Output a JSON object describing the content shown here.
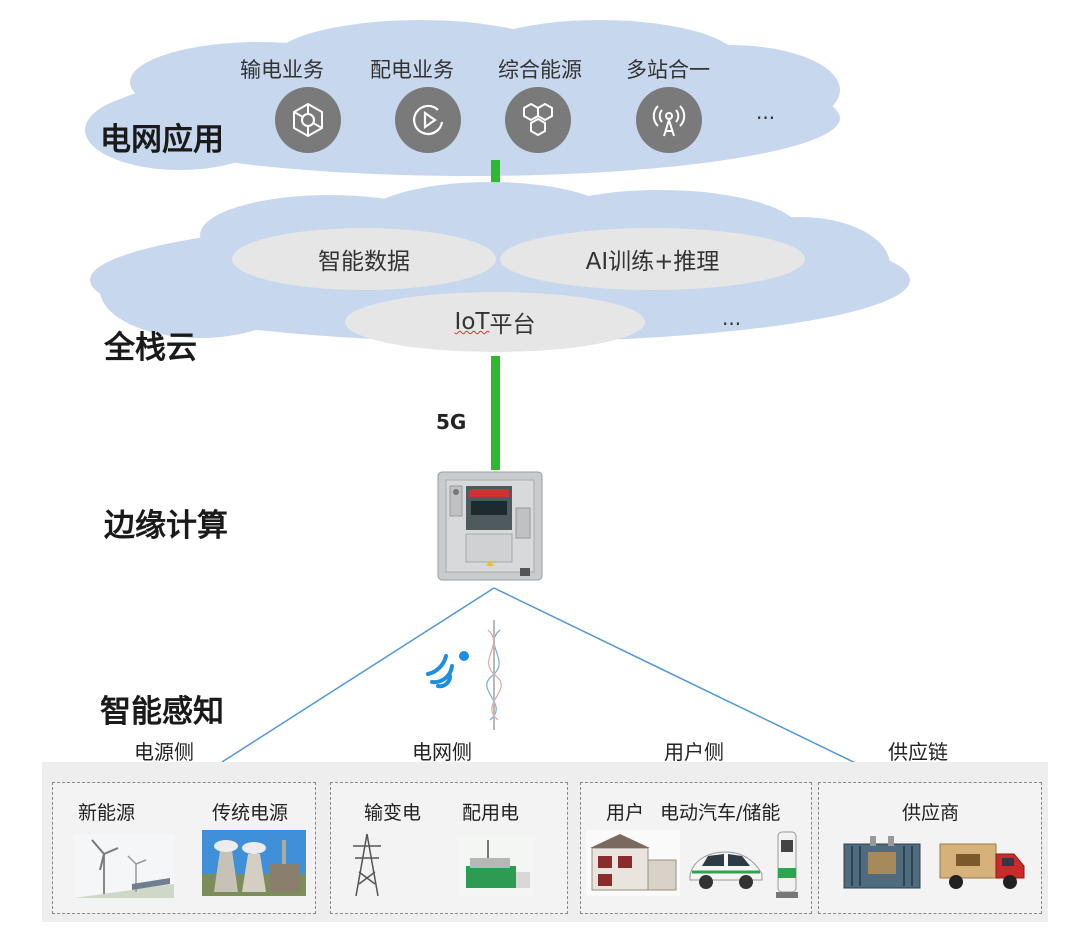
{
  "layers": {
    "grid_apps": "电网应用",
    "full_stack_cloud": "全栈云",
    "edge_computing": "边缘计算",
    "smart_sensing": "智能感知"
  },
  "apps": {
    "items": [
      "输电业务",
      "配电业务",
      "综合能源",
      "多站合一"
    ],
    "more": "..."
  },
  "cloud": {
    "smart_data": "智能数据",
    "ai": "AI训练+推理",
    "iot_prefix": "IoT",
    "iot_suffix": "平台",
    "more": "..."
  },
  "link_label": "5G",
  "sides": [
    "电源侧",
    "电网侧",
    "用户侧",
    "供应链"
  ],
  "groups": {
    "power": {
      "left": "新能源",
      "right": "传统电源",
      "more": "..."
    },
    "grid": {
      "left": "输变电",
      "right": "配用电"
    },
    "user": {
      "left": "用户",
      "right": "电动汽车/储能"
    },
    "supply": {
      "label": "供应商"
    }
  },
  "colors": {
    "cloud": "#c7d8ee",
    "link": "#2eb82e",
    "icon_bg": "#7a7a7a",
    "pill": "#e6e6e6",
    "sense_line": "#4f97d6"
  }
}
